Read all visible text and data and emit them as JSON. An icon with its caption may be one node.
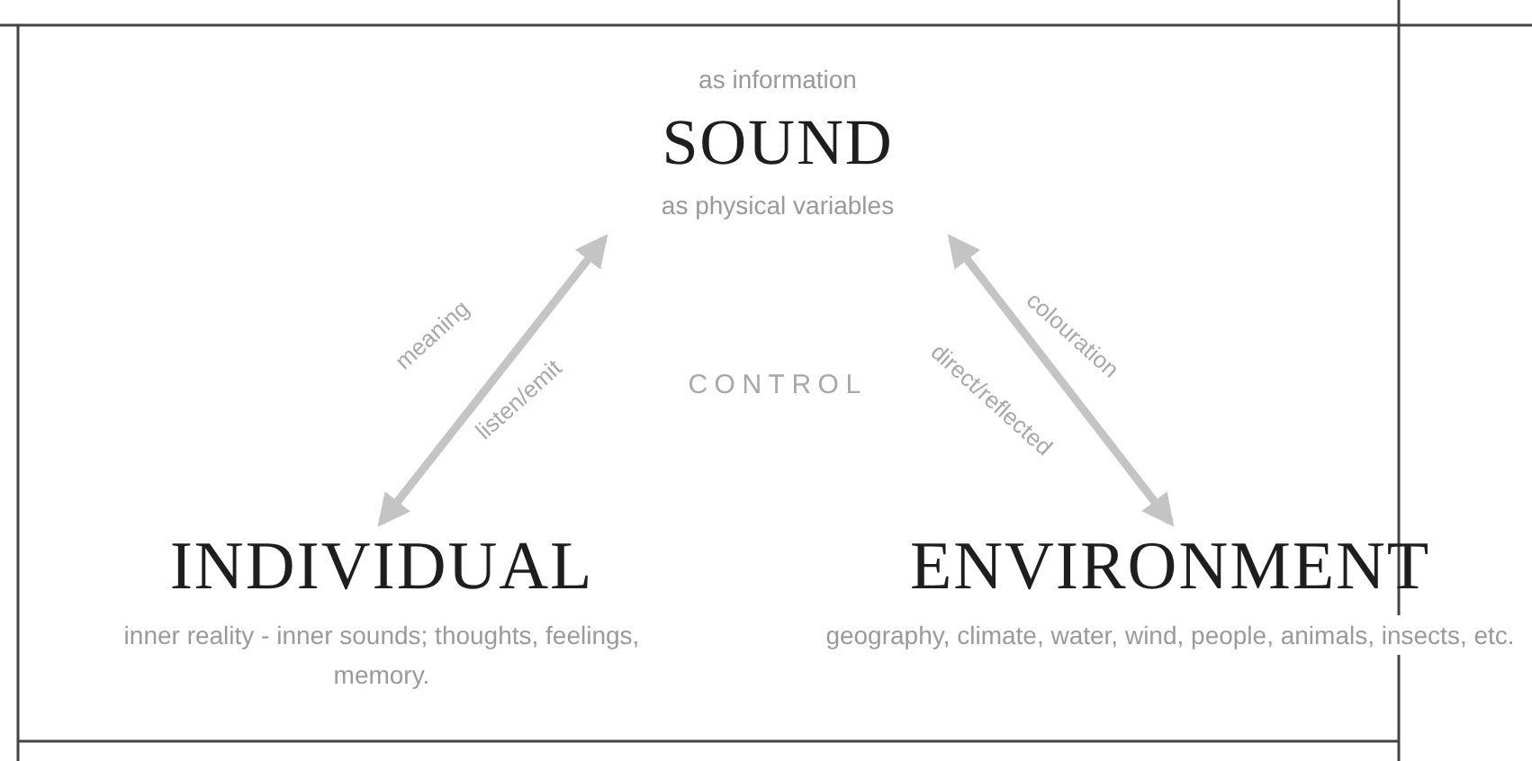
{
  "diagram": {
    "nodes": [
      {
        "text": [
          "as information",
          "SOUND",
          "as physical variables"
        ]
      },
      {
        "text": [
          "INDIVIDUAL",
          "inner reality - inner sounds; thoughts, feelings, memory."
        ]
      },
      {
        "text": [
          "ENVIRONMENT",
          "geography, climate, water, wind, people, animals, insects, etc."
        ]
      }
    ],
    "edges": [
      {
        "from": 0,
        "to": 1,
        "arrow": "both",
        "label": "meaning"
      },
      {
        "from": 0,
        "to": 2,
        "arrow": "both",
        "label": "colouration"
      }
    ],
    "labels": [
      "listen/emit",
      "CONTROL",
      "direct/reflected"
    ]
  }
}
